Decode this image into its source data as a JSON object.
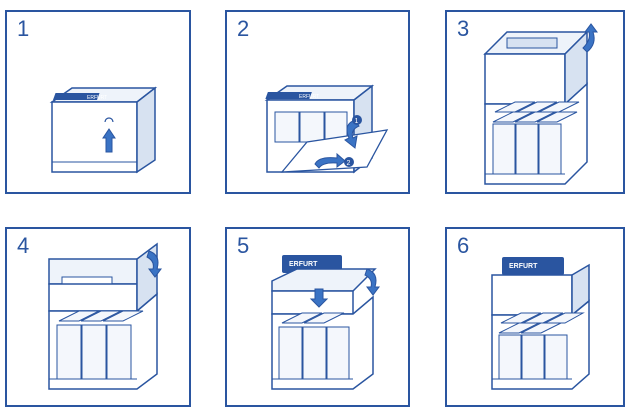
{
  "colors": {
    "stroke": "#2a55a0",
    "accent": "#3a73c4",
    "box_fill": "#ffffff",
    "shade": "#d7e2f1"
  },
  "brand_label": "ERFURT",
  "steps": [
    {
      "number": "1",
      "arrow_icon": "up-arrow-icon"
    },
    {
      "number": "2",
      "arrow_icon": "tear-arrows-icon"
    },
    {
      "number": "3",
      "arrow_icon": "lift-arrow-icon"
    },
    {
      "number": "4",
      "arrow_icon": "fold-down-arrow-icon"
    },
    {
      "number": "5",
      "arrow_icon": "insert-arrow-icon"
    },
    {
      "number": "6",
      "arrow_icon": "none"
    }
  ]
}
